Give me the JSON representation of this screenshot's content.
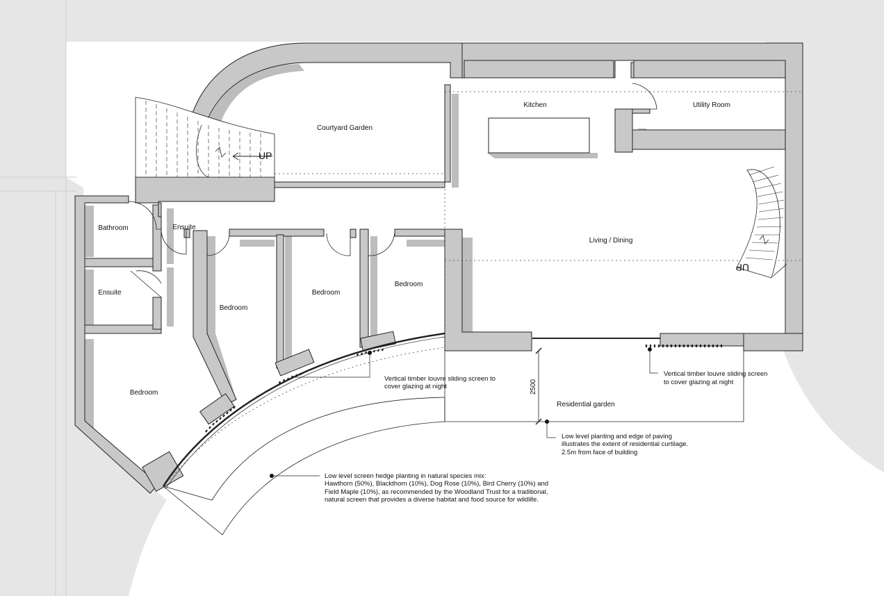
{
  "rooms": {
    "courtyard_garden": "Courtyard Garden",
    "kitchen": "Kitchen",
    "utility_room": "Utility Room",
    "living_dining": "Living / Dining",
    "bathroom": "Bathroom",
    "ensuite_1": "Ensuite",
    "ensuite_2": "Ensuite",
    "bedroom_1": "Bedroom",
    "bedroom_2": "Bedroom",
    "bedroom_3": "Bedroom",
    "bedroom_4": "Bedroom",
    "residential_garden": "Residential garden"
  },
  "stairs": {
    "left_up": "UP",
    "right_up": "UP"
  },
  "dimension": "2500",
  "notes": {
    "louvre_left": [
      "Vertical timber louvre sliding screen to",
      "cover glazing at night"
    ],
    "louvre_right": [
      "Vertical timber louvre sliding screen",
      "to cover glazing at night"
    ],
    "curtilage": [
      "Low level planting and edge of paving",
      "illustrates the extent of residential curtilage.",
      "2.5m from face of building"
    ],
    "hedge": [
      "Low level screen hedge planting in natural species mix:",
      "Hawthorn (50%), Blackthorn (10%), Dog Rose (10%), Bird Cherry (10%) and",
      "Field Maple (10%), as recommended by the Woodland Trust for a traditional,",
      "natural screen that provides a diverse habitat and food source for wildlife."
    ]
  }
}
